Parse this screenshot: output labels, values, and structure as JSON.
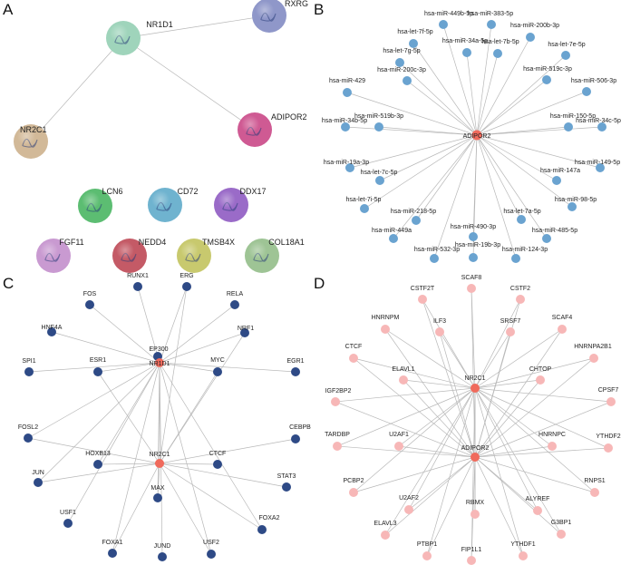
{
  "panels": {
    "A": {
      "label": "A",
      "nodes": [
        {
          "id": "NR1D1",
          "label": "NR1D1",
          "color": "#9fd4bb"
        },
        {
          "id": "RXRG",
          "label": "RXRG",
          "color": "#8f97c9"
        },
        {
          "id": "NR2C1",
          "label": "NR2C1",
          "color": "#d2b998"
        },
        {
          "id": "ADIPOR2",
          "label": "ADIPOR2",
          "color": "#cf5a93"
        },
        {
          "id": "LCN6",
          "label": "LCN6",
          "color": "#5cbd72"
        },
        {
          "id": "CD72",
          "label": "CD72",
          "color": "#6fb3cf"
        },
        {
          "id": "DDX17",
          "label": "DDX17",
          "color": "#9a6bc8"
        },
        {
          "id": "FGF11",
          "label": "FGF11",
          "color": "#c99ad1"
        },
        {
          "id": "NEDD4",
          "label": "NEDD4",
          "color": "#c45a66"
        },
        {
          "id": "TMSB4X",
          "label": "TMSB4X",
          "color": "#c8c96e"
        },
        {
          "id": "COL18A1",
          "label": "COL18A1",
          "color": "#9ec495"
        }
      ],
      "edges": [
        [
          "NR1D1",
          "RXRG"
        ],
        [
          "NR1D1",
          "NR2C1"
        ],
        [
          "NR1D1",
          "ADIPOR2"
        ]
      ]
    },
    "B": {
      "label": "B",
      "hub": {
        "id": "ADIPOR2",
        "label": "ADIPOR2",
        "color": "#f06a5c"
      },
      "node_color": "#6aa3d0",
      "nodes": [
        "hsa-miR-449b-5p",
        "hsa-miR-383-5p",
        "hsa-let-7f-5p",
        "hsa-miR-200b-3p",
        "hsa-let-7g-5p",
        "hsa-miR-34a-5p",
        "hsa-let-7b-5p",
        "hsa-let-7e-5p",
        "hsa-miR-200c-3p",
        "hsa-miR-519c-3p",
        "hsa-miR-429",
        "hsa-miR-506-3p",
        "hsa-miR-519b-3p",
        "hsa-miR-150-5p",
        "hsa-miR-34b-5p",
        "hsa-miR-34c-5p",
        "hsa-miR-19a-3p",
        "hsa-miR-149-5p",
        "hsa-let-7c-5p",
        "hsa-miR-147a",
        "hsa-let-7i-5p",
        "hsa-miR-98-5p",
        "hsa-miR-218-5p",
        "hsa-let-7a-5p",
        "hsa-miR-490-3p",
        "hsa-miR-449a",
        "hsa-miR-485-5p",
        "hsa-miR-19b-3p",
        "hsa-miR-532-3p",
        "hsa-miR-124-3p"
      ]
    },
    "C": {
      "label": "C",
      "hubs": [
        {
          "id": "NR1D1",
          "label": "NR1D1"
        },
        {
          "id": "NR2C1",
          "label": "NR2C1"
        }
      ],
      "hub_color": "#f06a5c",
      "node_color": "#2e4a86",
      "nodes": [
        "RUNX1",
        "ERG",
        "FOS",
        "RELA",
        "HNF4A",
        "NRF1",
        "EP300",
        "SPI1",
        "ESR1",
        "MYC",
        "EGR1",
        "FOSL2",
        "CEBPB",
        "HOXB13",
        "CTCF",
        "JUN",
        "STAT3",
        "MAX",
        "USF1",
        "FOXA2",
        "FOXA1",
        "JUND",
        "USF2"
      ]
    },
    "D": {
      "label": "D",
      "hubs": [
        {
          "id": "NR2C1",
          "label": "NR2C1"
        },
        {
          "id": "ADIPOR2",
          "label": "ADIPOR2"
        }
      ],
      "hub_color": "#f06a5c",
      "node_color": "#f7b7b7",
      "nodes": [
        "SCAF8",
        "CSTF2T",
        "CSTF2",
        "HNRNPM",
        "ILF3",
        "SRSF7",
        "SCAF4",
        "CTCF",
        "HNRNPA2B1",
        "ELAVL1",
        "CHTOP",
        "IGF2BP2",
        "CPSF7",
        "TARDBP",
        "U2AF1",
        "HNRNPC",
        "YTHDF2",
        "PCBP2",
        "RNPS1",
        "U2AF2",
        "ALYREF",
        "ELAVL3",
        "G3BP1",
        "RBMX",
        "PTBP1",
        "YTHDF1",
        "FIP1L1"
      ]
    }
  }
}
